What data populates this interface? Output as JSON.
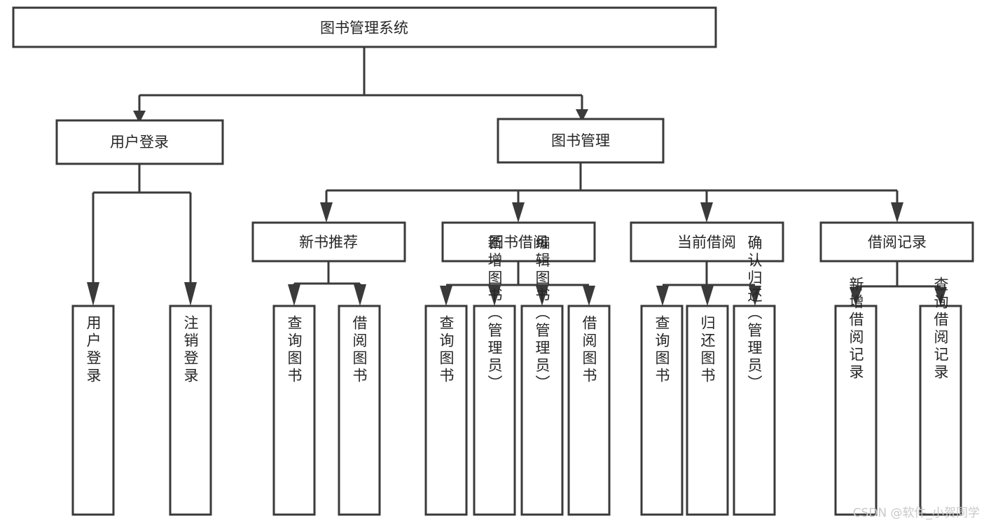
{
  "diagram": {
    "title": "图书管理系统",
    "type": "tree-hierarchy-chart",
    "root": {
      "id": "root",
      "label": "图书管理系统"
    },
    "level1": [
      {
        "id": "user-login",
        "label": "用户登录"
      },
      {
        "id": "book-manage",
        "label": "图书管理"
      }
    ],
    "level2": [
      {
        "id": "new-book-rec",
        "label": "新书推荐"
      },
      {
        "id": "book-borrow",
        "label": "图书借阅"
      },
      {
        "id": "current-borrow",
        "label": "当前借阅"
      },
      {
        "id": "borrow-record",
        "label": "借阅记录"
      }
    ],
    "leaves": {
      "user_login": [
        {
          "id": "leaf-user-login",
          "label": "用户登录"
        },
        {
          "id": "leaf-logout",
          "label": "注销登录"
        }
      ],
      "new_book_rec": [
        {
          "id": "leaf-query-book-1",
          "label": "查询图书"
        },
        {
          "id": "leaf-borrow-book-1",
          "label": "借阅图书"
        }
      ],
      "book_borrow": [
        {
          "id": "leaf-query-book-2",
          "label": "查询图书"
        },
        {
          "id": "leaf-add-book",
          "label": "新增图书（管理员）"
        },
        {
          "id": "leaf-edit-book",
          "label": "编辑图书（管理员）"
        },
        {
          "id": "leaf-borrow-book-2",
          "label": "借阅图书"
        }
      ],
      "current_borrow": [
        {
          "id": "leaf-query-book-3",
          "label": "查询图书"
        },
        {
          "id": "leaf-return-book",
          "label": "归还图书"
        },
        {
          "id": "leaf-confirm-return",
          "label": "确认归还（管理员）"
        }
      ],
      "borrow_record": [
        {
          "id": "leaf-add-record",
          "label": "新增借阅记录"
        },
        {
          "id": "leaf-query-record",
          "label": "查询借阅记录"
        }
      ]
    }
  },
  "watermark": {
    "text": "CSDN @软件_小贺同学"
  },
  "colors": {
    "stroke": "#3a3a3a",
    "fill": "#ffffff",
    "text": "#262626",
    "watermark": "#c9c9c9"
  }
}
